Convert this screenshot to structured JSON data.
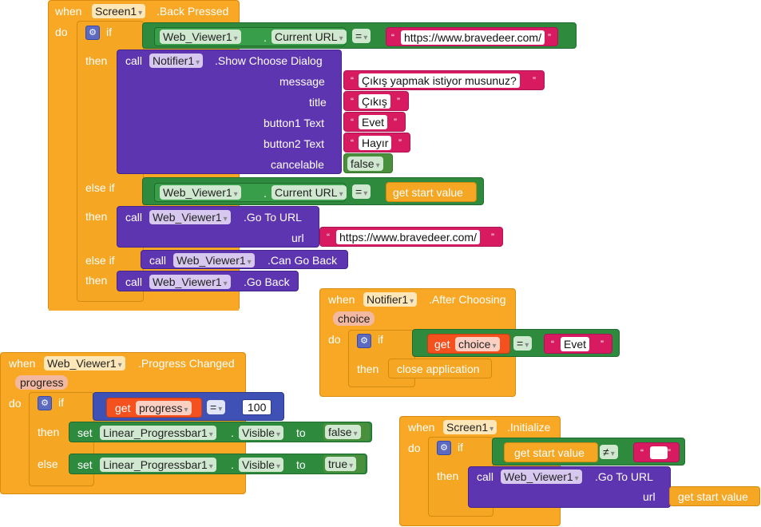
{
  "block1": {
    "when": "when",
    "component": "Screen1",
    "event": ".Back Pressed",
    "do": "do",
    "if": "if",
    "then": "then",
    "else_if": "else if",
    "cond1": {
      "viewer": "Web_Viewer1",
      "prop": "Current URL",
      "op": "=",
      "url": "https://www.bravedeer.com/"
    },
    "call_notifier": {
      "call": "call",
      "component": "Notifier1",
      "method": ".Show Choose Dialog",
      "message_label": "message",
      "message": "Çıkış yapmak istiyor musunuz?",
      "title_label": "title",
      "title": "Çıkış",
      "button1_label": "button1 Text",
      "button1": "Evet",
      "button2_label": "button2 Text",
      "button2": "Hayır",
      "cancelable_label": "cancelable",
      "cancelable": "false"
    },
    "cond2": {
      "viewer": "Web_Viewer1",
      "prop": "Current URL",
      "op": "=",
      "value": "get start value"
    },
    "call_goto": {
      "call": "call",
      "component": "Web_Viewer1",
      "method": ".Go To URL",
      "url_label": "url",
      "url": "https://www.bravedeer.com/"
    },
    "cond3": {
      "call": "call",
      "component": "Web_Viewer1",
      "method": ".Can Go Back"
    },
    "call_goback": {
      "call": "call",
      "component": "Web_Viewer1",
      "method": ".Go Back"
    }
  },
  "block2": {
    "when": "when",
    "component": "Notifier1",
    "event": ".After Choosing",
    "param": "choice",
    "do": "do",
    "if": "if",
    "then": "then",
    "get": "get",
    "var": "choice",
    "op": "=",
    "value": "Evet",
    "action": "close application"
  },
  "block3": {
    "when": "when",
    "component": "Web_Viewer1",
    "event": ".Progress Changed",
    "param": "progress",
    "do": "do",
    "if": "if",
    "then": "then",
    "else": "else",
    "get": "get",
    "var": "progress",
    "op": "=",
    "number": "100",
    "set1": {
      "set": "set",
      "component": "Linear_Progressbar1",
      "prop": "Visible",
      "to": "to",
      "value": "false"
    },
    "set2": {
      "set": "set",
      "component": "Linear_Progressbar1",
      "prop": "Visible",
      "to": "to",
      "value": "true"
    }
  },
  "block4": {
    "when": "when",
    "component": "Screen1",
    "event": ".Initialize",
    "do": "do",
    "if": "if",
    "then": "then",
    "cond_value": "get start value",
    "op": "≠",
    "empty": "",
    "call": "call",
    "viewer": "Web_Viewer1",
    "method": ".Go To URL",
    "url_label": "url",
    "url_value": "get start value"
  },
  "ui": {
    "gear": "⚙",
    "dropdown_arrow": "▾",
    "quote_open": "“",
    "quote_close": "”"
  }
}
